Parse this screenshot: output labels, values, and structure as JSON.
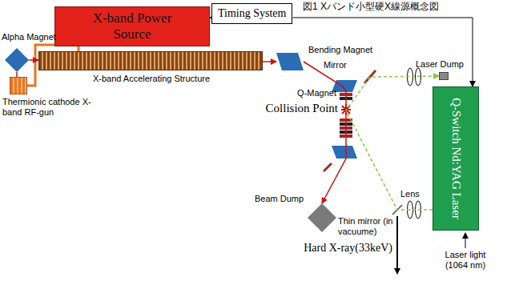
{
  "diagram": {
    "title": "図1 Xバンド小型硬X線源概念図",
    "nodes": [
      {
        "text": [
          "X-band Power Source"
        ]
      },
      {
        "text": [
          "Timing System"
        ]
      },
      {
        "text": [
          "Alpha Magnet"
        ]
      },
      {
        "text": [
          "Thermionic cathode X-band RF-gun"
        ]
      },
      {
        "text": [
          "X-band Accelerating Structure"
        ]
      },
      {
        "text": [
          "Bending Magnet"
        ]
      },
      {
        "text": [
          "Laser Dump"
        ]
      },
      {
        "text": [
          "Beam Dump"
        ]
      },
      {
        "text": [
          "Q-Switch Nd:YAG Laser"
        ]
      }
    ],
    "edges": [
      {
        "from": 1,
        "to": 0,
        "arrow": "to"
      },
      {
        "from": 1,
        "to": 8,
        "arrow": "to"
      },
      {
        "from": 0,
        "to": 3,
        "arrow": "none"
      },
      {
        "from": 0,
        "to": 4,
        "arrow": "none"
      },
      {
        "from": 3,
        "to": 2,
        "arrow": "none"
      },
      {
        "from": 2,
        "to": 4,
        "arrow": "to"
      },
      {
        "from": 4,
        "to": 5,
        "arrow": "to"
      },
      {
        "from": 5,
        "to": 7,
        "arrow": "to"
      },
      {
        "from": 8,
        "to": 6,
        "arrow": "to"
      }
    ],
    "labels": [
      "Mirror",
      "Q-Magnet",
      "Collision Point",
      "Thin mirror (in vacuume)",
      "Lens",
      "Hard X-ray(33keV)",
      "Laser light (1064 nm)"
    ]
  }
}
